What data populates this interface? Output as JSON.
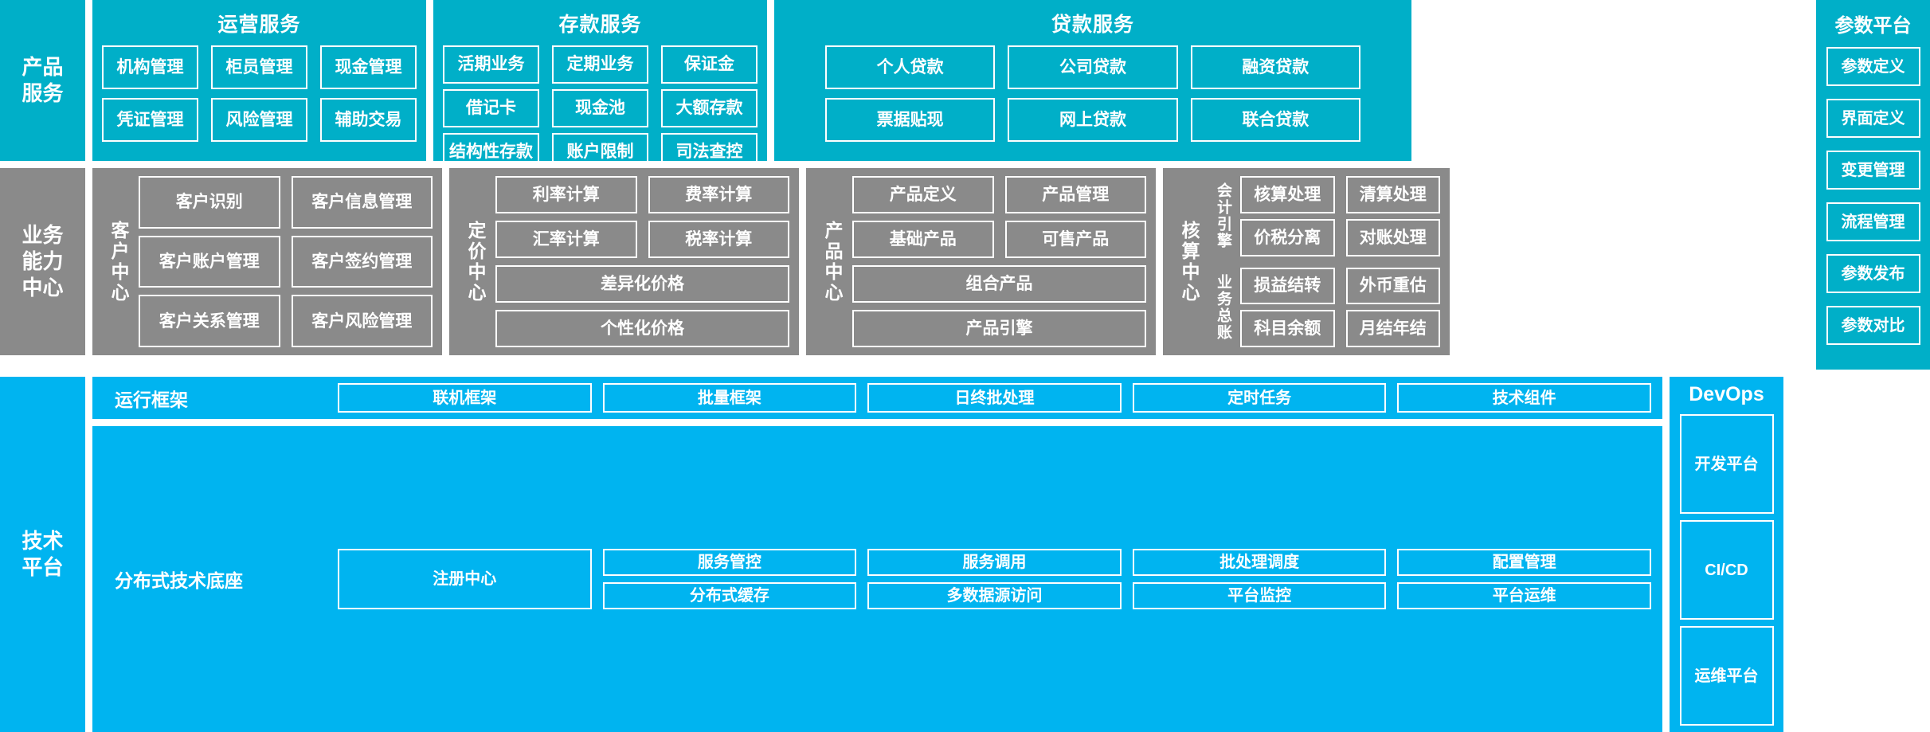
{
  "rows": {
    "product_services": {
      "rail_label": "产品\n服务",
      "groups": [
        {
          "title": "运营服务",
          "items": [
            "机构管理",
            "柜员管理",
            "现金管理",
            "凭证管理",
            "风险管理",
            "辅助交易"
          ]
        },
        {
          "title": "存款服务",
          "items": [
            "活期业务",
            "定期业务",
            "保证金",
            "借记卡",
            "现金池",
            "大额存款",
            "结构性存款",
            "账户限制",
            "司法查控"
          ]
        },
        {
          "title": "贷款服务",
          "items": [
            "个人贷款",
            "公司贷款",
            "融资贷款",
            "票据贴现",
            "网上贷款",
            "联合贷款"
          ]
        }
      ]
    },
    "business_capability": {
      "rail_label": "业务\n能力\n中心",
      "centers": [
        {
          "label": "客户中心",
          "items": [
            "客户识别",
            "客户信息管理",
            "客户账户管理",
            "客户签约管理",
            "客户关系管理",
            "客户风险管理"
          ]
        },
        {
          "label": "定价中心",
          "items": [
            "利率计算",
            "费率计算",
            "汇率计算",
            "税率计算"
          ],
          "wide_items": [
            "差异化价格",
            "个性化价格"
          ]
        },
        {
          "label": "产品中心",
          "items": [
            "产品定义",
            "产品管理",
            "基础产品",
            "可售产品"
          ],
          "wide_items": [
            "组合产品",
            "产品引擎"
          ]
        },
        {
          "label": "核算中心",
          "subgroups": [
            {
              "label": "会计引擎",
              "items": [
                "核算处理",
                "清算处理",
                "价税分离",
                "对账处理"
              ]
            },
            {
              "label": "业务总账",
              "items": [
                "损益结转",
                "外币重估",
                "科目余额",
                "月结年结"
              ]
            }
          ]
        }
      ]
    },
    "technical_platform": {
      "rail_label": "技术\n平台",
      "strips": [
        {
          "label": "运行框架",
          "items": [
            "联机框架",
            "批量框架",
            "日终批处理",
            "定时任务",
            "技术组件"
          ]
        },
        {
          "label": "分布式技术底座",
          "registry": "注册中心",
          "items_row1": [
            "服务管控",
            "服务调用",
            "批处理调度",
            "配置管理"
          ],
          "items_row2": [
            "分布式缓存",
            "多数据源访问",
            "平台监控",
            "平台运维"
          ]
        }
      ]
    }
  },
  "parameter_platform": {
    "title": "参数平台",
    "items": [
      "参数定义",
      "界面定义",
      "变更管理",
      "流程管理",
      "参数发布",
      "参数对比"
    ]
  },
  "devops": {
    "title": "DevOps",
    "items": [
      "开发平台",
      "CI/CD",
      "运维平台"
    ]
  },
  "colors": {
    "teal": "#00AFC8",
    "gray": "#8A8A8A",
    "sky": "#00B4F0",
    "border": "#FFFFFF"
  }
}
